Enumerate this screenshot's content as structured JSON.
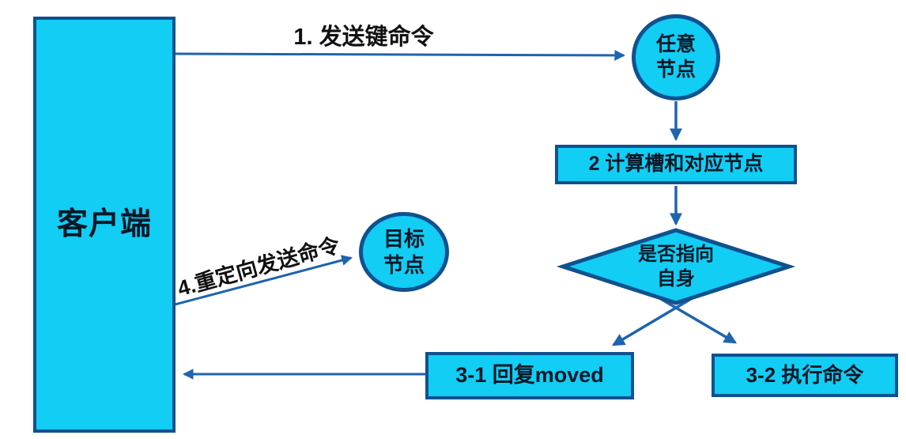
{
  "diagram": {
    "type": "flowchart",
    "colors": {
      "shape_fill": "#12cdf4",
      "shape_border": "#10518f",
      "arrow": "#1e64af",
      "node_text": "#0a1726",
      "edge_label_text": "#111111",
      "background": "#ffffff"
    },
    "nodes": {
      "client": {
        "label": "客户端",
        "shape": "rectangle"
      },
      "any_node": {
        "label": "任意\n节点",
        "shape": "circle"
      },
      "calc_slot": {
        "label": "2 计算槽和对应节点",
        "shape": "rectangle"
      },
      "decision": {
        "label": "是否指向\n自身",
        "shape": "diamond"
      },
      "reply_moved": {
        "label": "3-1 回复moved",
        "shape": "rectangle"
      },
      "exec_command": {
        "label": "3-2 执行命令",
        "shape": "rectangle"
      },
      "target_node": {
        "label": "目标\n节点",
        "shape": "circle"
      }
    },
    "edge_labels": {
      "step1": "1. 发送键命令",
      "step4": "4.重定向发送命令"
    }
  }
}
